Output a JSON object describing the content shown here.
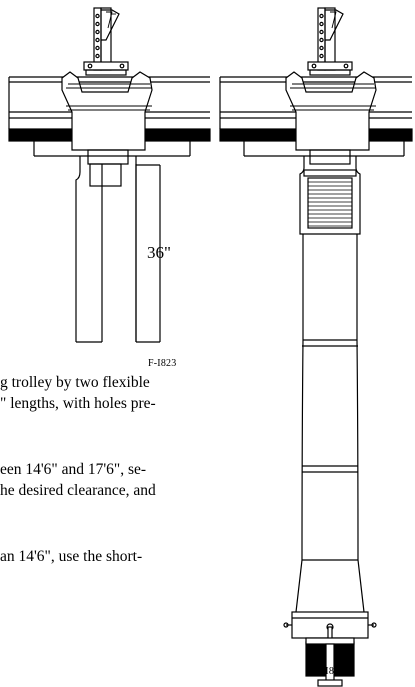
{
  "figures": {
    "left_id": "F-I823",
    "right_id": "F-I824",
    "dimension_label": "36\""
  },
  "text": {
    "para1_line1": "g trolley by two flexible",
    "para1_line2": "\" lengths, with holes pre-",
    "para2_line1": "een 14'6\" and 17'6\", se-",
    "para2_line2": "he desired clearance, and",
    "para3_line1": "an 14'6\", use the short-"
  }
}
